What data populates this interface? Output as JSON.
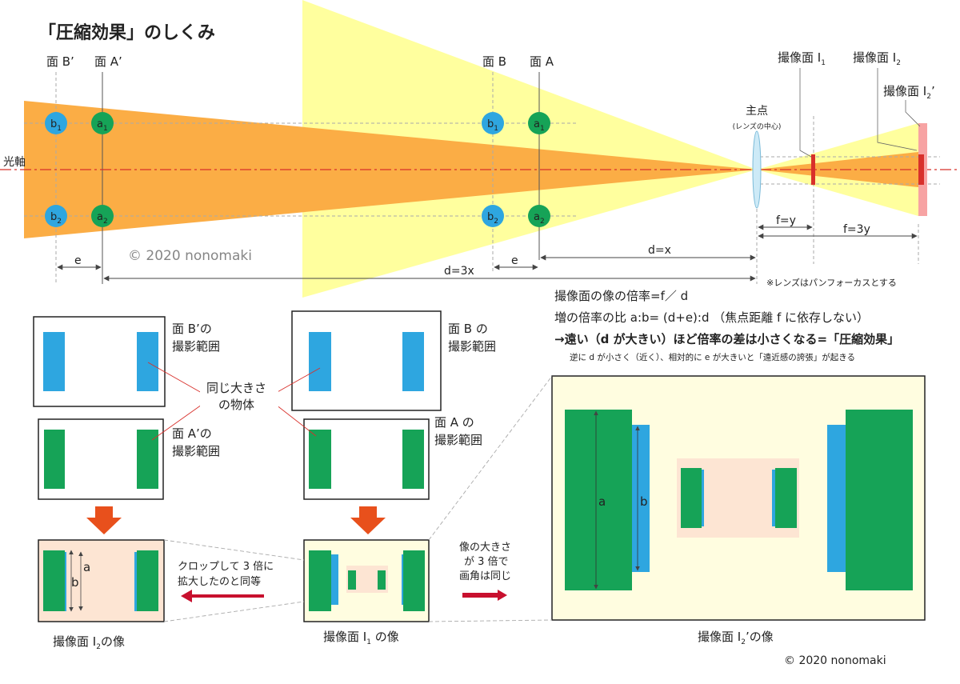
{
  "title": "「圧縮効果」のしくみ",
  "planes": {
    "b_prime": "面 B’",
    "a_prime": "面 A’",
    "b": "面 B",
    "a": "面 A"
  },
  "optical_axis": "光軸",
  "principal_point": "主点",
  "principal_point_note": "(レンズの中心)",
  "sensors": {
    "i1": "撮像面 I",
    "i1_sub": "1",
    "i2": "撮像面 I",
    "i2_sub": "2",
    "i2p": "撮像面 I",
    "i2p_sub": "2",
    "i2p_prime": "’"
  },
  "objects": {
    "b": "b",
    "a": "a",
    "sub1": "1",
    "sub2": "2"
  },
  "distances": {
    "e": "e",
    "dx": "d=x",
    "d3x": "d=3x",
    "fy": "f=y",
    "f3y": "f=3y"
  },
  "watermark": "© 2020 nonomaki",
  "note_panfocus": "※レンズはパンフォーカスとする",
  "formula1": "撮像面の像の倍率=f／ d",
  "formula2": "増の倍率の比 a:b= (d+e):d （焦点距離 f に依存しない）",
  "formula3": "→遠い（d が大きい）ほど倍率の差は小さくなる=「圧縮効果」",
  "formula4": "逆に d が小さく（近く）、相対的に e が大きいと「遠近感の誇張」が起きる",
  "ranges": {
    "bp_l1": "面 B’の",
    "bp_l2": "撮影範囲",
    "b_l1": "面 B の",
    "b_l2": "撮影範囲",
    "ap_l1": "面 A’の",
    "ap_l2": "撮影範囲",
    "a_l1": "面 A の",
    "a_l2": "撮影範囲"
  },
  "same_size_l1": "同じ大きさ",
  "same_size_l2": "の物体",
  "crop_l1": "クロップして 3 倍に",
  "crop_l2": "拡大したのと同等",
  "scale_l1": "像の大きさ",
  "scale_l2": "が 3 倍で",
  "scale_l3": "画角は同じ",
  "image_labels": {
    "i2_pre": "撮像面 I",
    "i2_sub": "2",
    "i2_post": "の像",
    "i1_pre": "撮像面 I",
    "i1_sub": "1",
    "i1_post": " の像",
    "i2p_pre": "撮像面 I",
    "i2p_sub": "2",
    "i2p_post": "’の像"
  },
  "dim_a": "a",
  "dim_b": "b",
  "colors": {
    "yellow_cone": "#ffff9e",
    "orange_cone": "#fbad45",
    "object_blue": "#2ea6e0",
    "object_green": "#16a357",
    "axis_red": "#d8302b",
    "peach_bg": "#fde5d3",
    "cream_bg": "#fffde0",
    "arrow_orange": "#e8501c",
    "arrow_red": "#c8102e"
  }
}
